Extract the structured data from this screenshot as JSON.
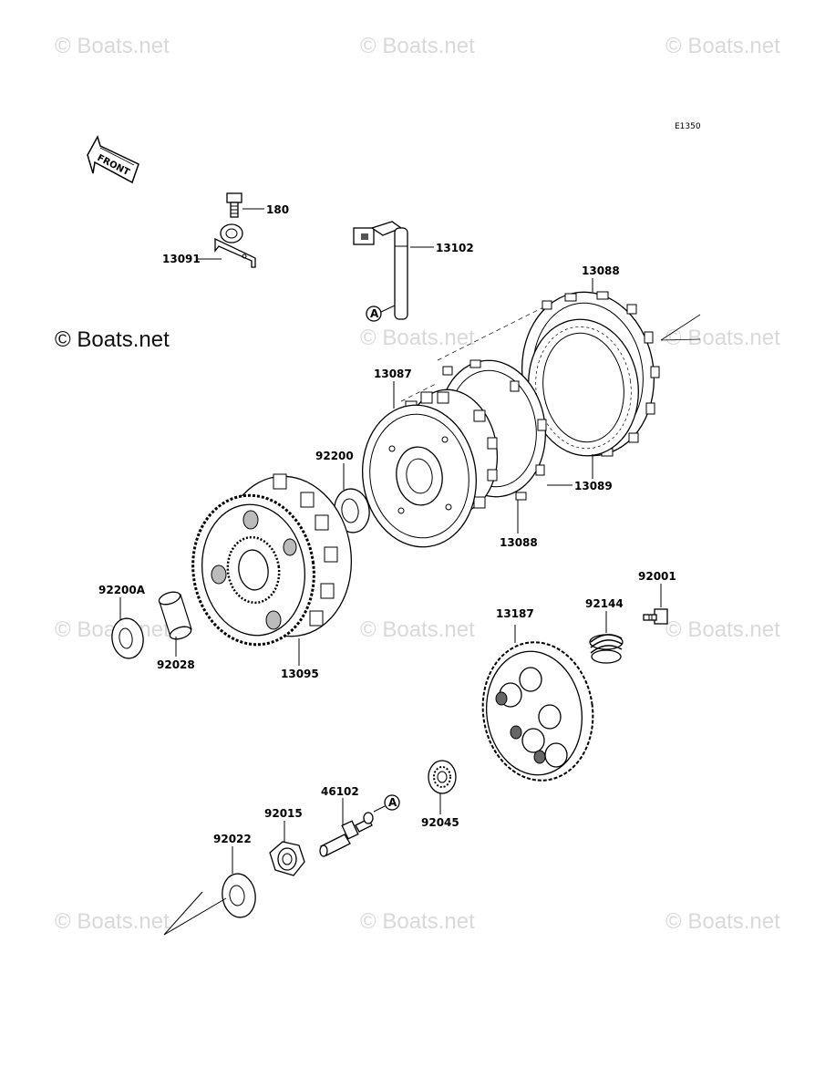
{
  "diagram": {
    "code": "E1350",
    "front_label": "FRONT",
    "ref_marker": "A",
    "parts": {
      "p180": "180",
      "p13091": "13091",
      "p13102": "13102",
      "p13088_top": "13088",
      "p13087": "13087",
      "p92200": "92200",
      "p13089": "13089",
      "p13088_bottom": "13088",
      "p92200A": "92200A",
      "p92028": "92028",
      "p13095": "13095",
      "p92001": "92001",
      "p92144": "92144",
      "p13187": "13187",
      "p46102": "46102",
      "p92015": "92015",
      "p92045": "92045",
      "p92022": "92022"
    }
  },
  "watermark": {
    "text": "© Boats.net"
  }
}
